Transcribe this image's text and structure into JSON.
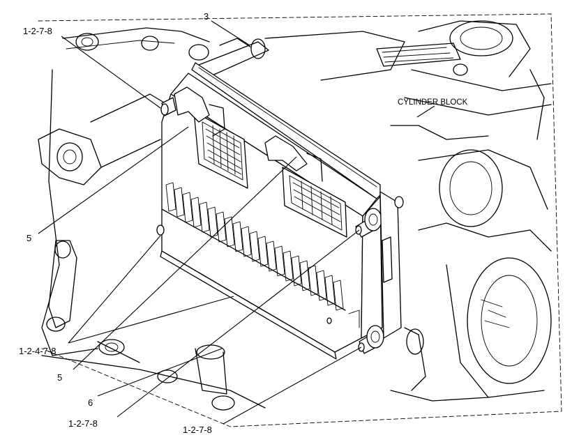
{
  "callouts": {
    "c_top_left": "1-2-7-8",
    "c_3": "3",
    "c_cylinder_block": "CYLINDER BLOCK",
    "c_5_left": "5",
    "c_1248": "1-2-4-7-8",
    "c_5_bottom": "5",
    "c_6": "6",
    "c_bottom_left": "1-2-7-8",
    "c_bottom_right": "1-2-7-8"
  }
}
